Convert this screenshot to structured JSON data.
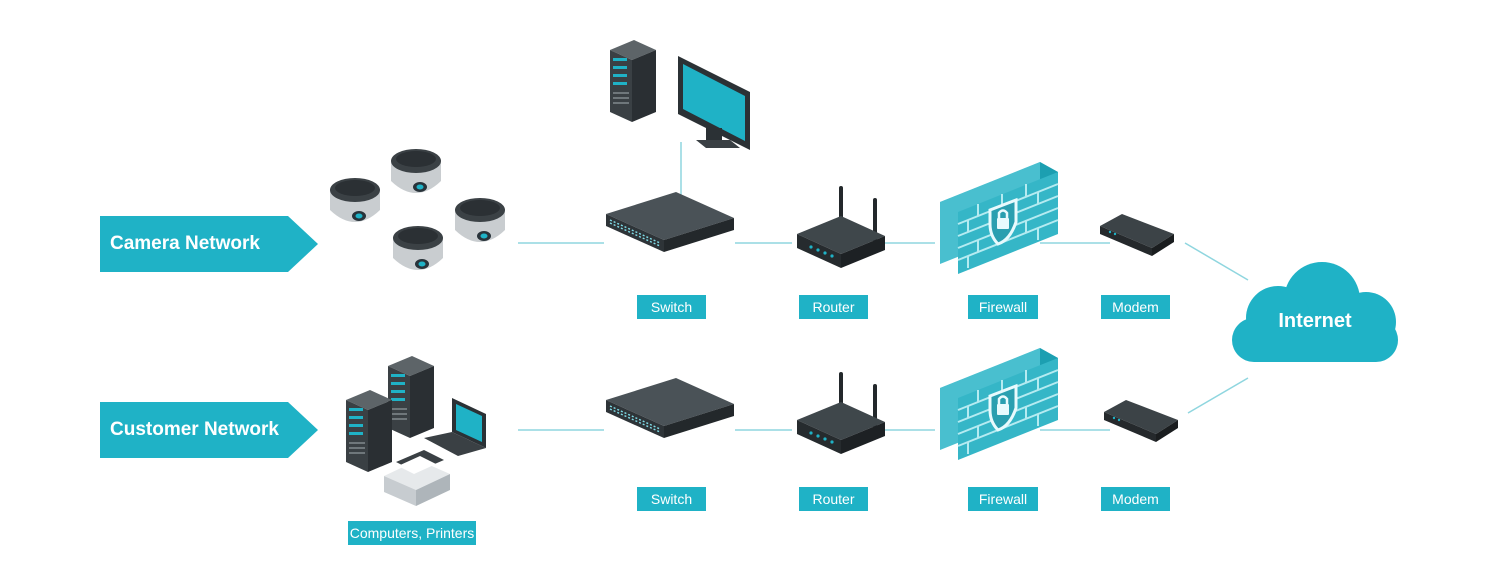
{
  "networks": {
    "camera": "Camera Network",
    "customer": "Customer Network"
  },
  "labels": {
    "computers_printers": "Computers, Printers",
    "switch_top": "Switch",
    "router_top": "Router",
    "firewall_top": "Firewall",
    "modem_top": "Modem",
    "switch_bottom": "Switch",
    "router_bottom": "Router",
    "firewall_bottom": "Firewall",
    "modem_bottom": "Modem",
    "internet": "Internet"
  },
  "colors": {
    "accent": "#1fb2c6",
    "device_dark": "#3a4044",
    "line": "#8fd6df"
  },
  "icons": [
    "dome-camera-icon",
    "server-tower-icon",
    "monitor-icon",
    "laptop-icon",
    "printer-icon",
    "switch-icon",
    "router-icon",
    "firewall-icon",
    "modem-icon",
    "cloud-icon"
  ]
}
